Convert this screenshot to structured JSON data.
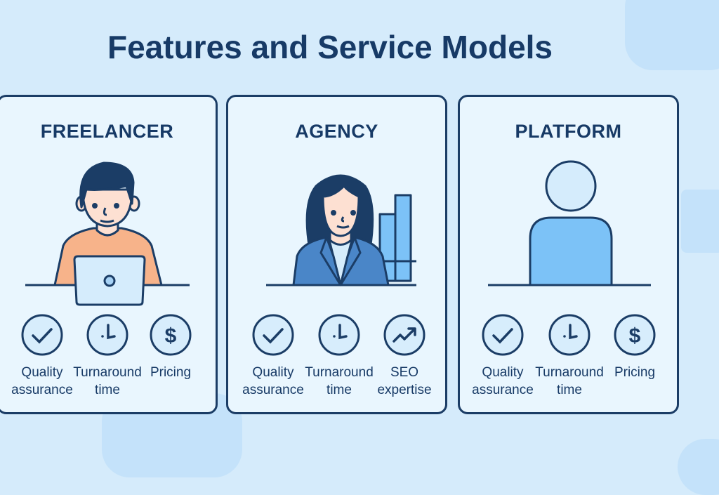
{
  "title": "Features and Service Models",
  "colors": {
    "ink": "#1b3d66",
    "card": "#e9f6fe",
    "accent": "#7cc2f7",
    "skin": "#fde0d2",
    "orange": "#f7b38a",
    "suit": "#4a86c8"
  },
  "cards": [
    {
      "name": "FREELANCER",
      "features": [
        {
          "icon": "check-icon",
          "line1": "Quality",
          "line2": "assurance"
        },
        {
          "icon": "clock-icon",
          "line1": "Turnaround",
          "line2": "time"
        },
        {
          "icon": "dollar-icon",
          "line1": "Pricing",
          "line2": ""
        }
      ]
    },
    {
      "name": "AGENCY",
      "features": [
        {
          "icon": "check-icon",
          "line1": "Quality",
          "line2": "assurance"
        },
        {
          "icon": "clock-icon",
          "line1": "Turnaround",
          "line2": "time"
        },
        {
          "icon": "trend-up-icon",
          "line1": "SEO",
          "line2": "expertise"
        }
      ]
    },
    {
      "name": "PLATFORM",
      "features": [
        {
          "icon": "check-icon",
          "line1": "Quality",
          "line2": "assurance"
        },
        {
          "icon": "clock-icon",
          "line1": "Turnaround",
          "line2": "time"
        },
        {
          "icon": "dollar-icon",
          "line1": "Pricing",
          "line2": ""
        }
      ]
    }
  ]
}
